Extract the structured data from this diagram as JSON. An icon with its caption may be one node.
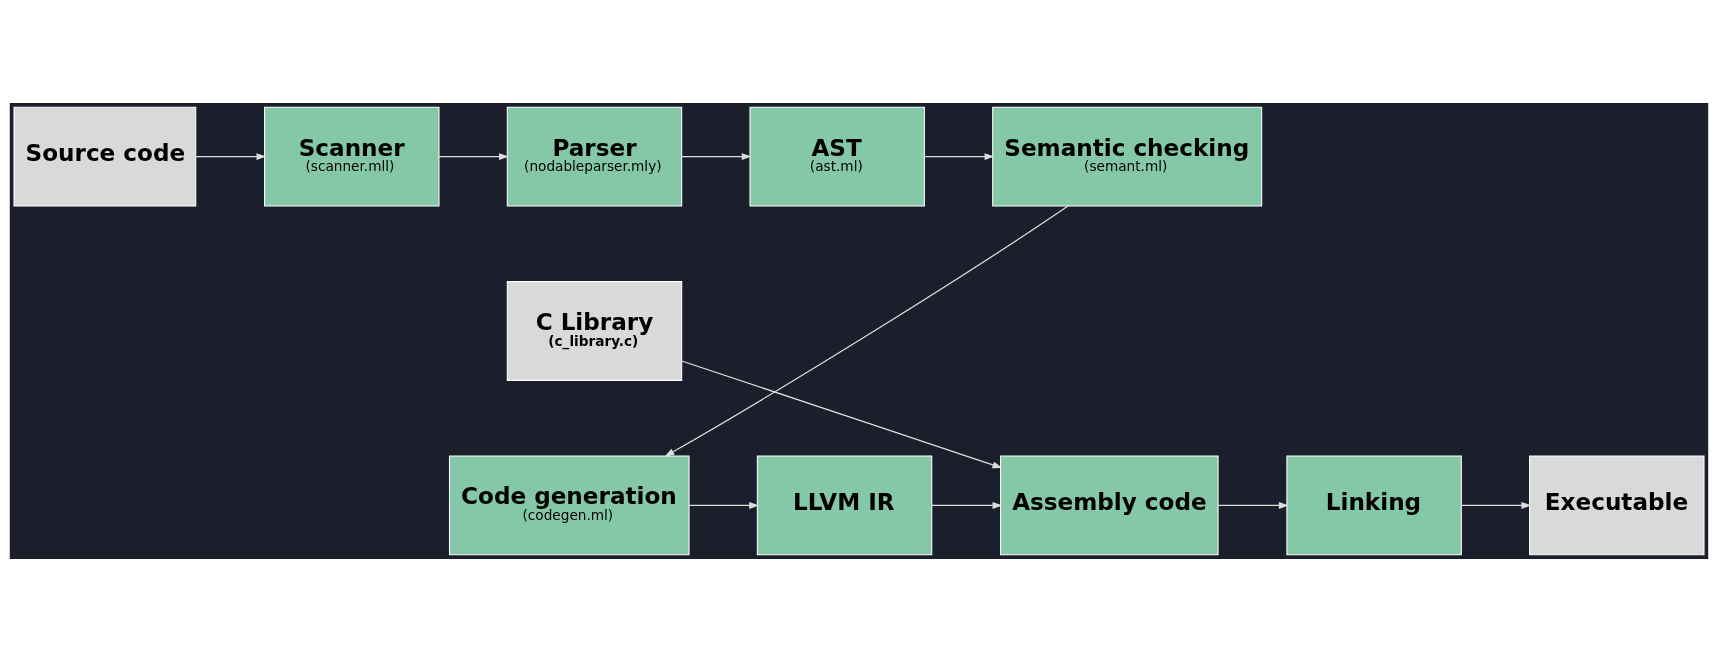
{
  "diagram": {
    "nodes": [
      {
        "text": [
          "Source code"
        ]
      },
      {
        "text": [
          "Scanner",
          "(scanner.mll)"
        ]
      },
      {
        "text": [
          "Parser",
          "(nodableparser.mly)"
        ]
      },
      {
        "text": [
          "AST",
          "(ast.ml)"
        ]
      },
      {
        "text": [
          "Semantic checking",
          "(semant.ml)"
        ]
      },
      {
        "text": [
          "Executable"
        ]
      },
      {
        "text": [
          "Linking"
        ]
      },
      {
        "text": [
          "Assembly code"
        ]
      },
      {
        "text": [
          "LLVM IR"
        ]
      },
      {
        "text": [
          "Code generation",
          "(codegen.ml)"
        ]
      },
      {
        "text": [
          "C Library",
          "(c_library.c)"
        ]
      }
    ],
    "edges": [
      {
        "from": 0,
        "to": 1,
        "arrow": "to"
      },
      {
        "from": 1,
        "to": 2,
        "arrow": "to"
      },
      {
        "from": 2,
        "to": 3,
        "arrow": "to"
      },
      {
        "from": 3,
        "to": 4,
        "arrow": "to"
      },
      {
        "from": 4,
        "to": 9,
        "arrow": "to"
      },
      {
        "from": 9,
        "to": 8,
        "arrow": "to"
      },
      {
        "from": 8,
        "to": 7,
        "arrow": "to"
      },
      {
        "from": 10,
        "to": 7,
        "arrow": "to"
      },
      {
        "from": 7,
        "to": 6,
        "arrow": "to"
      },
      {
        "from": 6,
        "to": 5,
        "arrow": "to"
      }
    ]
  }
}
